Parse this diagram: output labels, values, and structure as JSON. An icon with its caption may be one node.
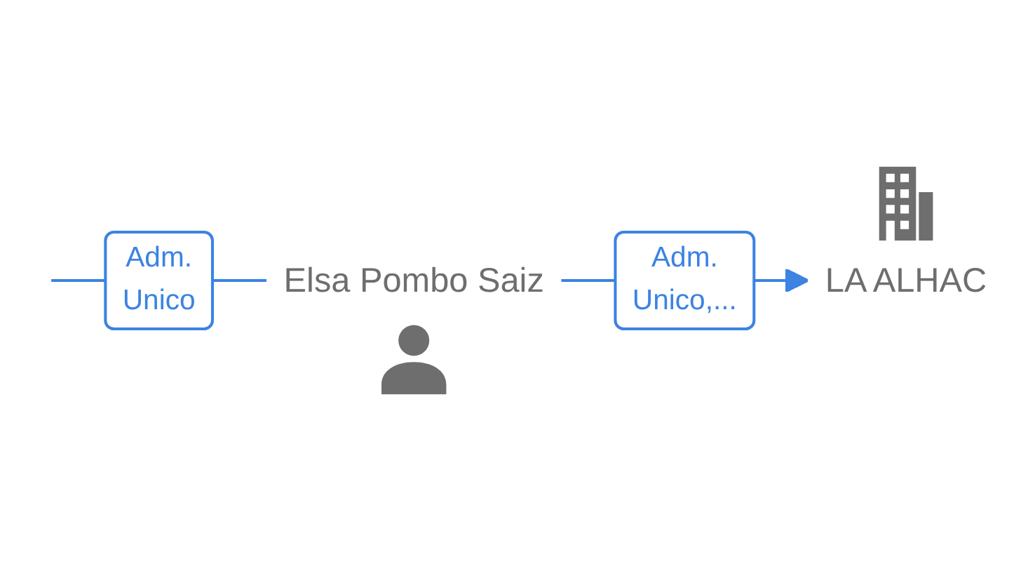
{
  "diagram": {
    "nodes": [
      {
        "text": [
          "Elsa Pombo Saiz"
        ]
      },
      {
        "text": [
          "LA ALHAC"
        ]
      }
    ],
    "edges": [
      {
        "from": null,
        "to": 0,
        "arrow": "none",
        "label": "Adm. Unico"
      },
      {
        "from": 0,
        "to": 1,
        "arrow": "to",
        "label": "Adm. Unico,..."
      }
    ]
  }
}
